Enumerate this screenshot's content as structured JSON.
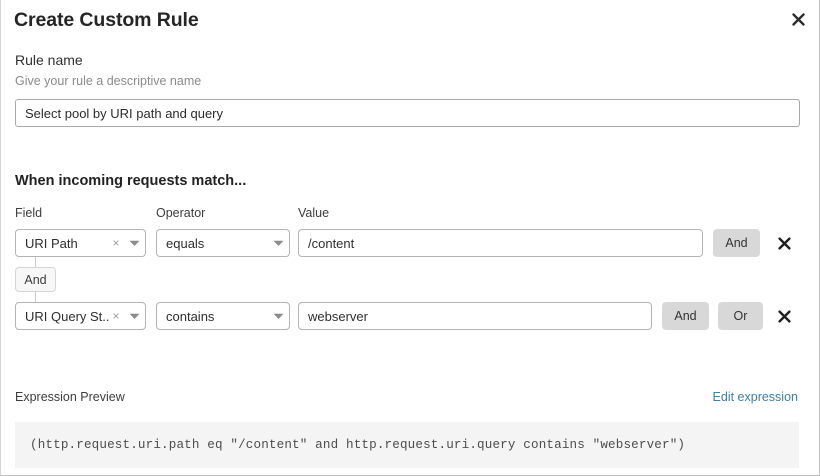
{
  "dialog": {
    "title": "Create Custom Rule",
    "close_icon": "close-icon"
  },
  "rule_name": {
    "label": "Rule name",
    "help_text": "Give your rule a descriptive name",
    "value": "Select pool by URI path and query",
    "placeholder": ""
  },
  "match_section": {
    "heading": "When incoming requests match...",
    "columns": {
      "field": "Field",
      "operator": "Operator",
      "value": "Value"
    },
    "connector": {
      "label": "And"
    },
    "rows": [
      {
        "field": "URI Path",
        "operator": "equals",
        "value": "/content",
        "clear_icon": "×",
        "and_label": "And",
        "or_label": "Or",
        "show_or": false
      },
      {
        "field": "URI Query St...",
        "operator": "contains",
        "value": "webserver",
        "clear_icon": "×",
        "and_label": "And",
        "or_label": "Or",
        "show_or": true
      }
    ]
  },
  "expression_preview": {
    "label": "Expression Preview",
    "edit_link": "Edit expression",
    "expression": "(http.request.uri.path eq \"/content\" and http.request.uri.query contains \"webserver\")"
  },
  "colors": {
    "link": "#3d7fa6",
    "button_bg": "#d8d8d8",
    "code_bg": "#f4f4f4",
    "border": "#b4b4b4"
  }
}
